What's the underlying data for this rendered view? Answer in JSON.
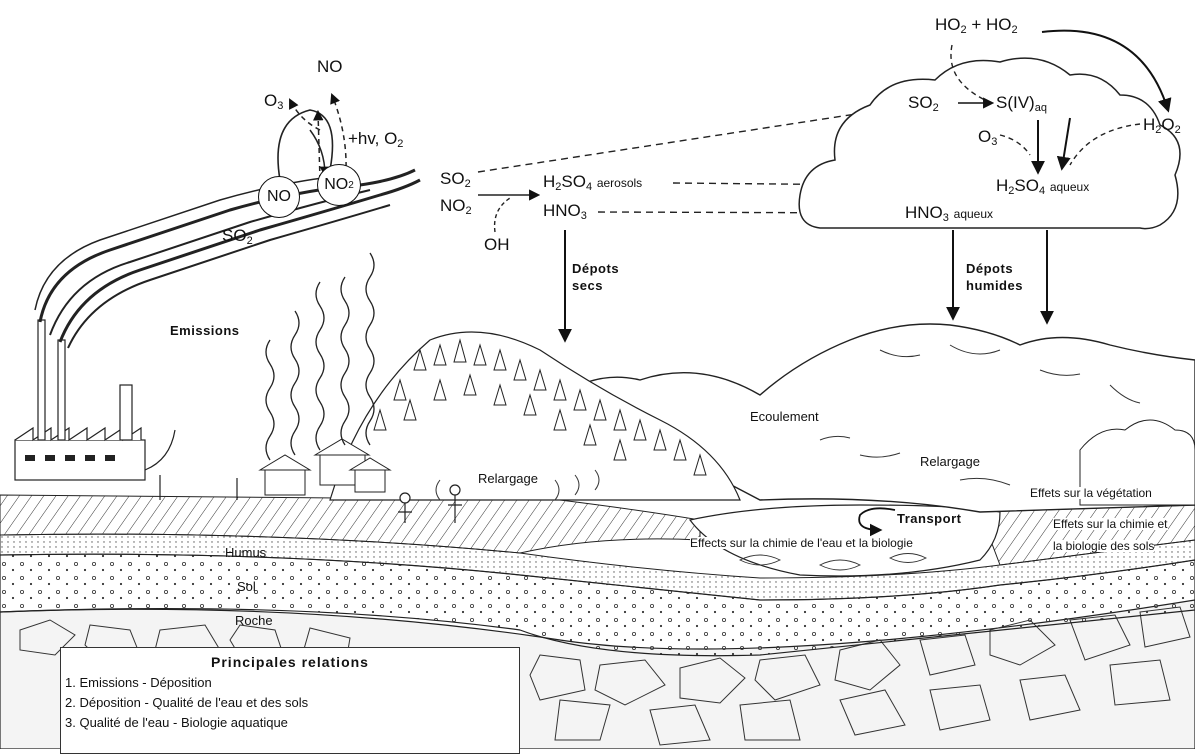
{
  "chem": {
    "no_top": "NO",
    "o3_left": "O",
    "hv_o2": "+hv, O",
    "no_circle": "NO",
    "no2_circle": "NO",
    "so2_plume": "SO",
    "so2_mid": "SO",
    "no2_mid": "NO",
    "oh": "OH",
    "h2so4_aero": "H",
    "h2so4_aero_rest": "SO",
    "aerosols": "aerosols",
    "hno3": "HNO",
    "ho2": "HO",
    "ho2_plus": "+ HO",
    "so2_cloud": "SO",
    "s_iv": "S(IV)",
    "aq": "aq",
    "o3_cloud": "O",
    "h2o2": "H",
    "h2o2_rest": "O",
    "h2so4_aq": "H",
    "h2so4_aq_rest": "SO",
    "aqueux": "aqueux",
    "hno3_aq": "HNO",
    "aqueux2": "aqueux"
  },
  "subs": {
    "two": "2",
    "three": "3",
    "four": "4"
  },
  "labels": {
    "depots_secs": "Dépots secs",
    "depots_humides": "Dépots humides",
    "emissions": "Emissions",
    "ecoulement": "Ecoulement",
    "relargage_left": "Relargage",
    "relargage_right": "Relargage",
    "transport": "Transport",
    "effets_vegetation": "Effets sur la végétation",
    "effets_sols_1": "Effets sur la chimie et",
    "effets_sols_2": "la biologie des sols",
    "effects_eau": "Effects sur la chimie de l'eau et la biologie",
    "humus": "Humus",
    "sol": "Sol",
    "roche": "Roche"
  },
  "legend": {
    "title": "Principales relations",
    "items": [
      "1. Emissions - Déposition",
      "2. Déposition - Qualité de l'eau et des sols",
      "3. Qualité de l'eau - Biologie aquatique"
    ]
  }
}
